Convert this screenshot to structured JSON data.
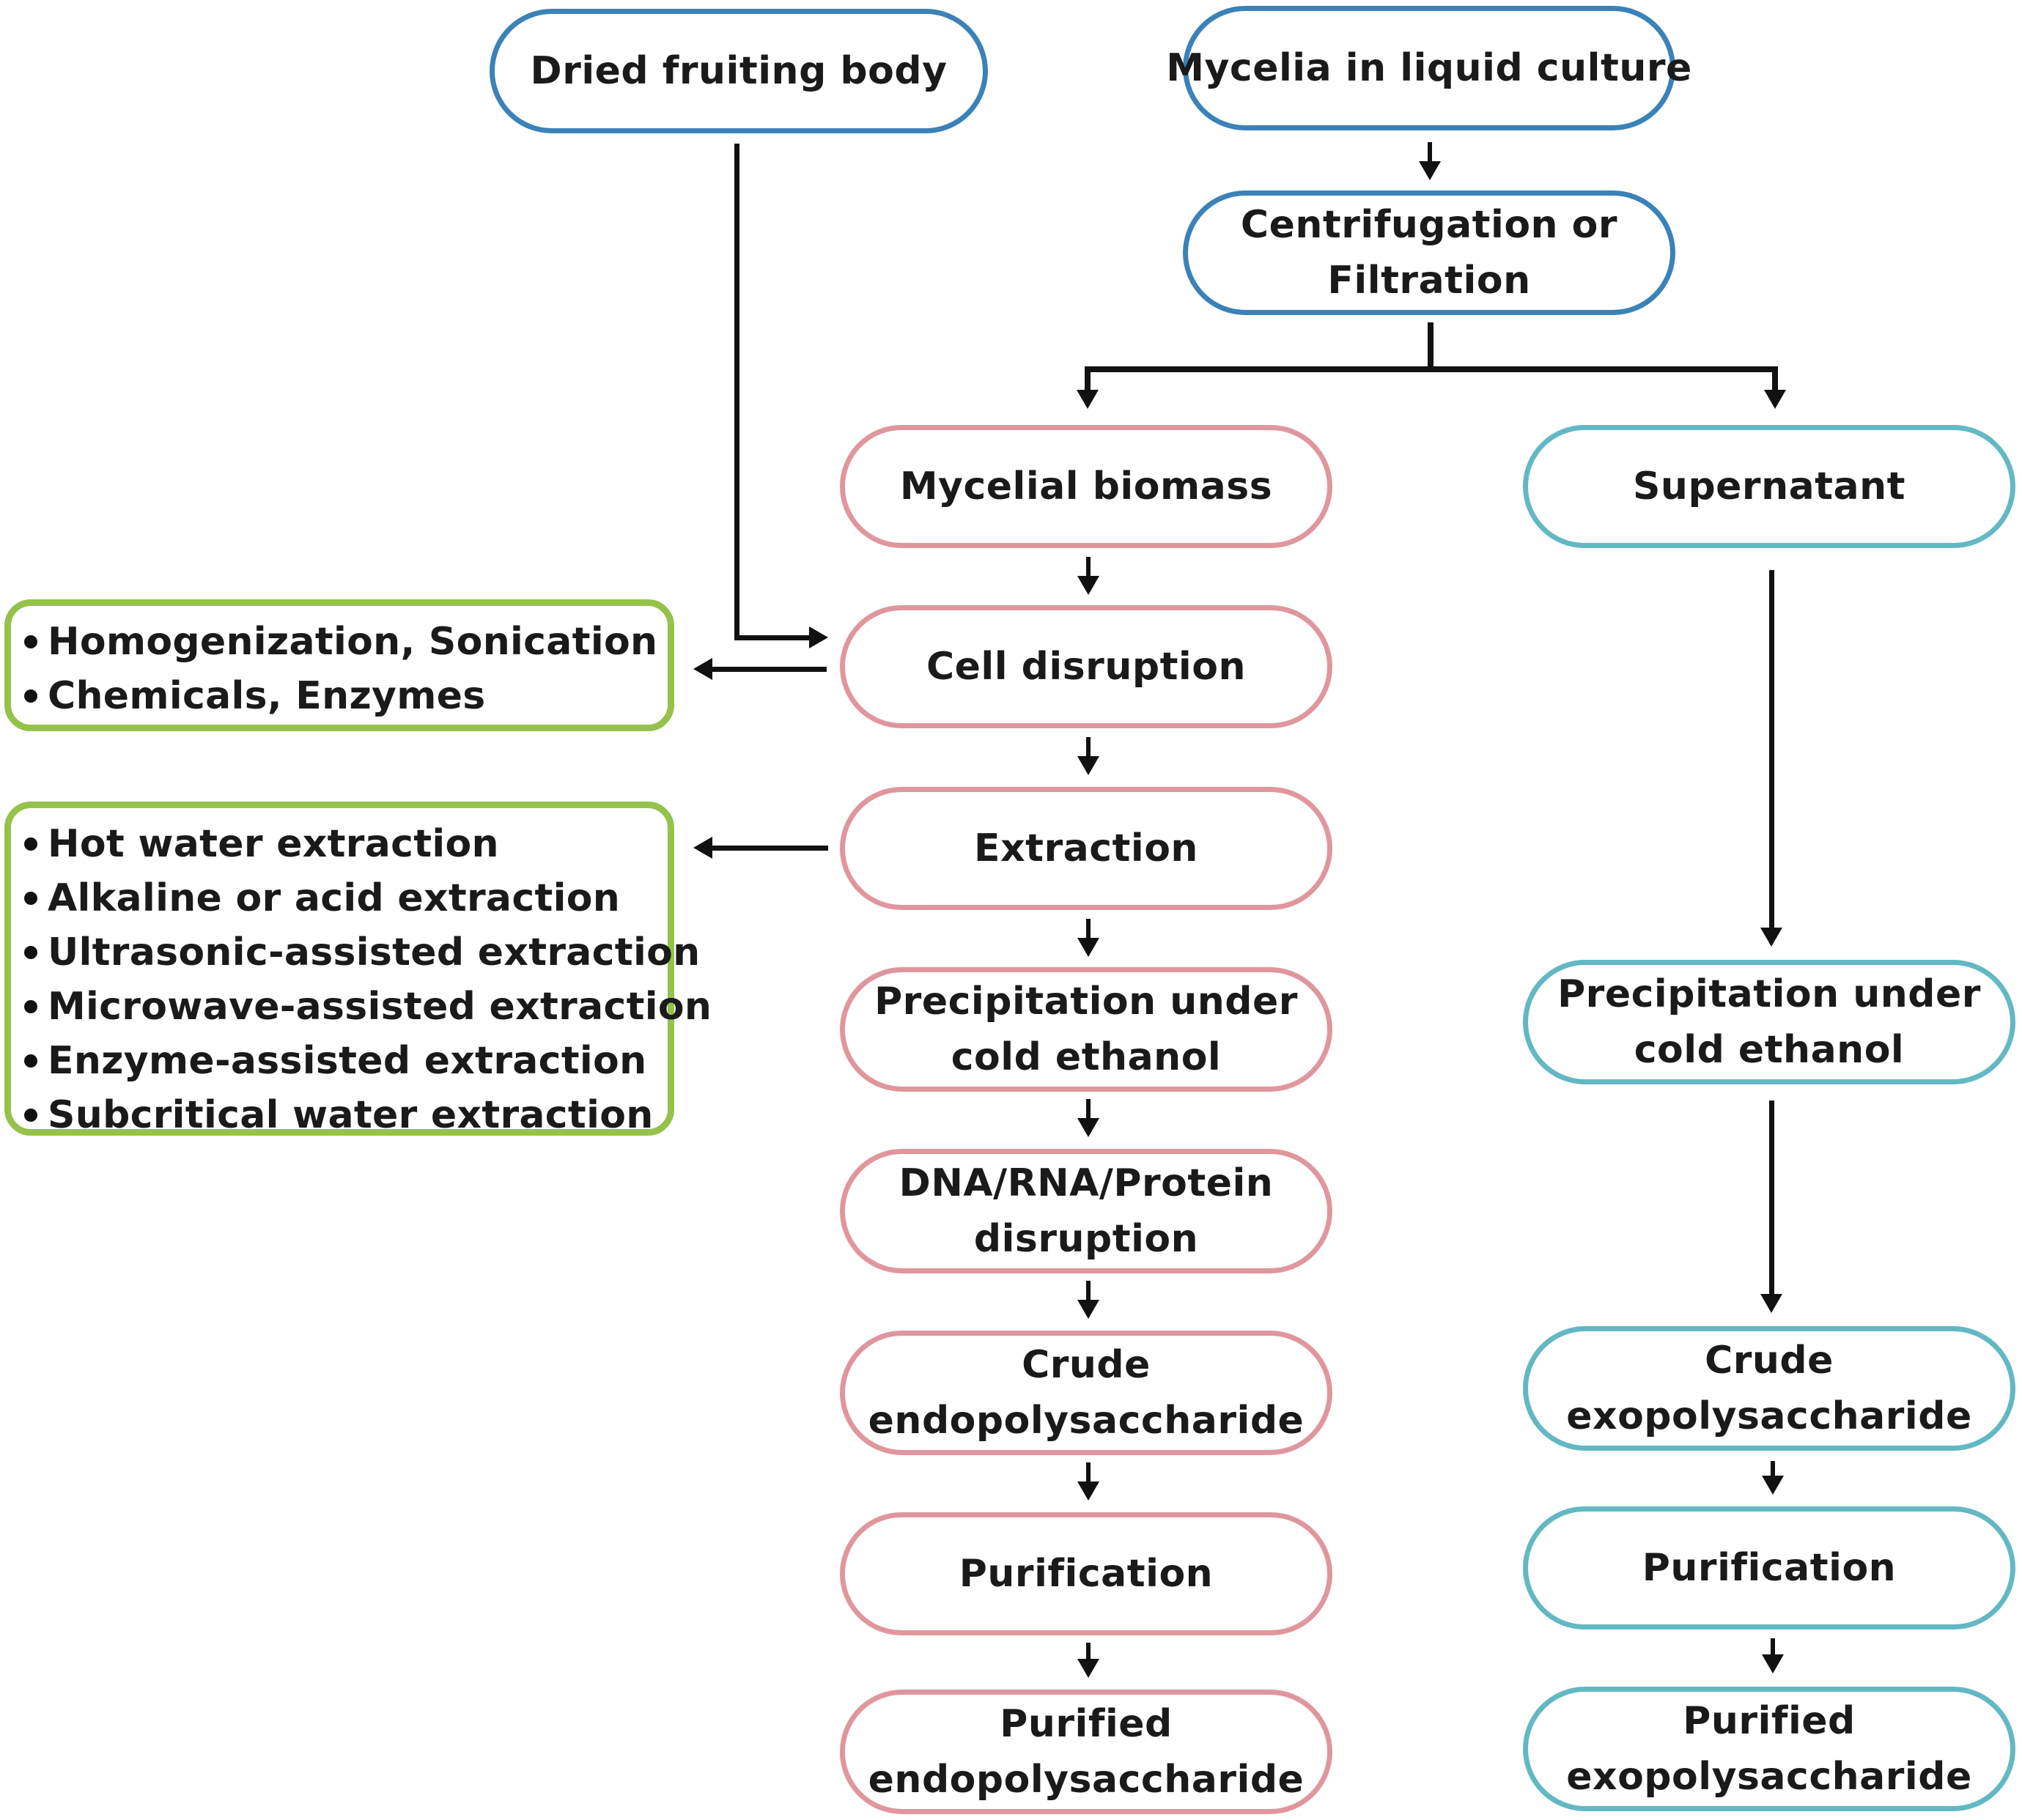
{
  "nodes": {
    "dried_fruiting_body": [
      "Dried fruiting body"
    ],
    "mycelia_liquid_culture": [
      "Mycelia in liquid culture"
    ],
    "centrifugation": [
      "Centrifugation or",
      "Filtration"
    ],
    "mycelial_biomass": [
      "Mycelial biomass"
    ],
    "supernatant": [
      "Supernatant"
    ],
    "cell_disruption": [
      "Cell disruption"
    ],
    "extraction": [
      "Extraction"
    ],
    "precipitation_endo": [
      "Precipitation under",
      "cold ethanol"
    ],
    "dna_rna_protein": [
      "DNA/RNA/Protein",
      "disruption"
    ],
    "crude_endo": [
      "Crude",
      "endopolysaccharide"
    ],
    "purification_endo": [
      "Purification"
    ],
    "purified_endo": [
      "Purified",
      "endopolysaccharide"
    ],
    "precipitation_exo": [
      "Precipitation under",
      "cold ethanol"
    ],
    "crude_exo": [
      "Crude",
      "exopolysaccharide"
    ],
    "purification_exo": [
      "Purification"
    ],
    "purified_exo": [
      "Purified",
      "exopolysaccharide"
    ]
  },
  "disruption_methods": [
    "Homogenization, Sonication",
    "Chemicals, Enzymes"
  ],
  "extraction_methods": [
    "Hot water extraction",
    "Alkaline or acid extraction",
    "Ultrasonic-assisted extraction",
    "Microwave-assisted extraction",
    "Enzyme-assisted extraction",
    "Subcritical water extraction"
  ],
  "colors": {
    "source_border": "#3a82b8",
    "endo_border": "#e0969d",
    "exo_border": "#62b8c3",
    "methods_border": "#94c24b",
    "arrow": "#111111"
  }
}
